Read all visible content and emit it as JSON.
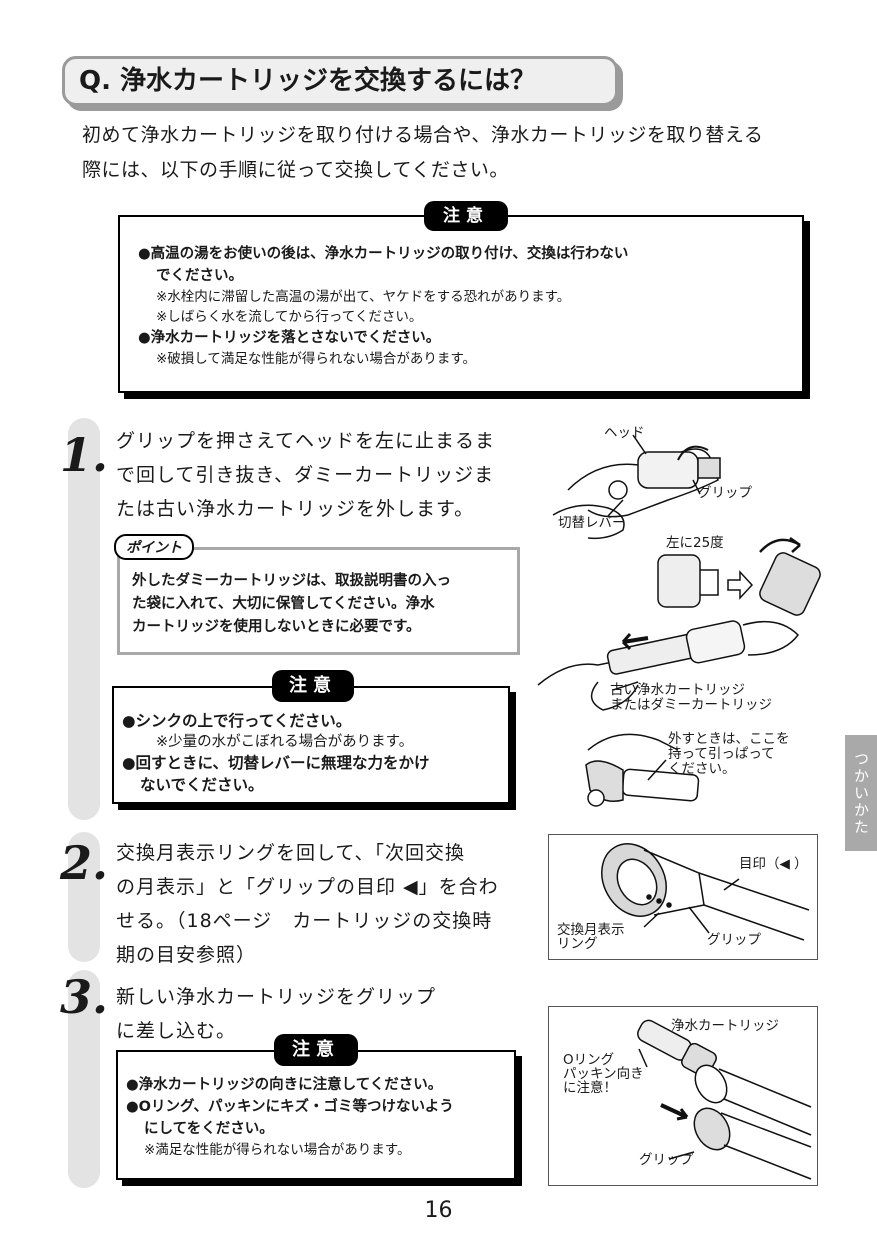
{
  "title": "Q. 浄水カートリッジを交換するには？",
  "intro": {
    "line1": "初めて浄水カートリッジを取り付ける場合や、浄水カートリッジを取り替える",
    "line2": "際には、以下の手順に従って交換してください。"
  },
  "caution_top": {
    "badge": "注意",
    "item1_l1": "●高温の湯をお使いの後は、浄水カートリッジの取り付け、交換は行わない",
    "item1_l2": "でください。",
    "note1": "※水栓内に滞留した高温の湯が出て、ヤケドをする恐れがあります。",
    "note2": "※しばらく水を流してから行ってください。",
    "item2": "●浄水カートリッジを落とさないでください。",
    "note3": "※破損して満足な性能が得られない場合があります。"
  },
  "step1": {
    "num": "1.",
    "l1": "グリップを押さえてヘッドを左に止まるま",
    "l2": "で回して引き抜き、ダミーカートリッジま",
    "l3": "たは古い浄水カートリッジを外します。",
    "point_label": "ポイント",
    "point_l1": "外したダミーカートリッジは、取扱説明書の入っ",
    "point_l2": "た袋に入れて、大切に保管してください。浄水",
    "point_l3": "カートリッジを使用しないときに必要です。",
    "caution_badge": "注意",
    "c_item1": "●シンクの上で行ってください。",
    "c_note1": "※少量の水がこぼれる場合があります。",
    "c_item2_l1": "●回すときに、切替レバーに無理な力をかけ",
    "c_item2_l2": "ないでください。",
    "fig_head": "ヘッド",
    "fig_grip": "グリップ",
    "fig_lever": "切替レバー",
    "fig_angle": "左に25度",
    "fig_old_l1": "古い浄水カートリッジ",
    "fig_old_l2": "またはダミーカートリッジ",
    "fig_hold_l1": "外すときは、ここを",
    "fig_hold_l2": "持って引っぱって",
    "fig_hold_l3": "ください。"
  },
  "step2": {
    "num": "2.",
    "l1": "交換月表示リングを回して、「次回交換",
    "l2": "の月表示」と「グリップの目印 ◀」を合わ",
    "l3": "せる。（18ページ　カートリッジの交換時",
    "l4": "期の目安参照）",
    "fig_mark": "目印（◀ ）",
    "fig_ring_l1": "交換月表示",
    "fig_ring_l2": "リング",
    "fig_grip": "グリップ"
  },
  "step3": {
    "num": "3.",
    "l1": "新しい浄水カートリッジをグリップ",
    "l2": "に差し込む。",
    "caution_badge": "注意",
    "c_item1": "●浄水カートリッジの向きに注意してください。",
    "c_item2_l1": "●Oリング、パッキンにキズ・ゴミ等つけないよう",
    "c_item2_l2": "にしてをください。",
    "c_note1": "※満足な性能が得られない場合があります。",
    "fig_cart": "浄水カートリッジ",
    "fig_o_l1": "Oリング",
    "fig_o_l2": "パッキン向き",
    "fig_o_l3": "に注意！",
    "fig_grip": "グリップ"
  },
  "side_tab": "つかいかた",
  "page_number": "16"
}
